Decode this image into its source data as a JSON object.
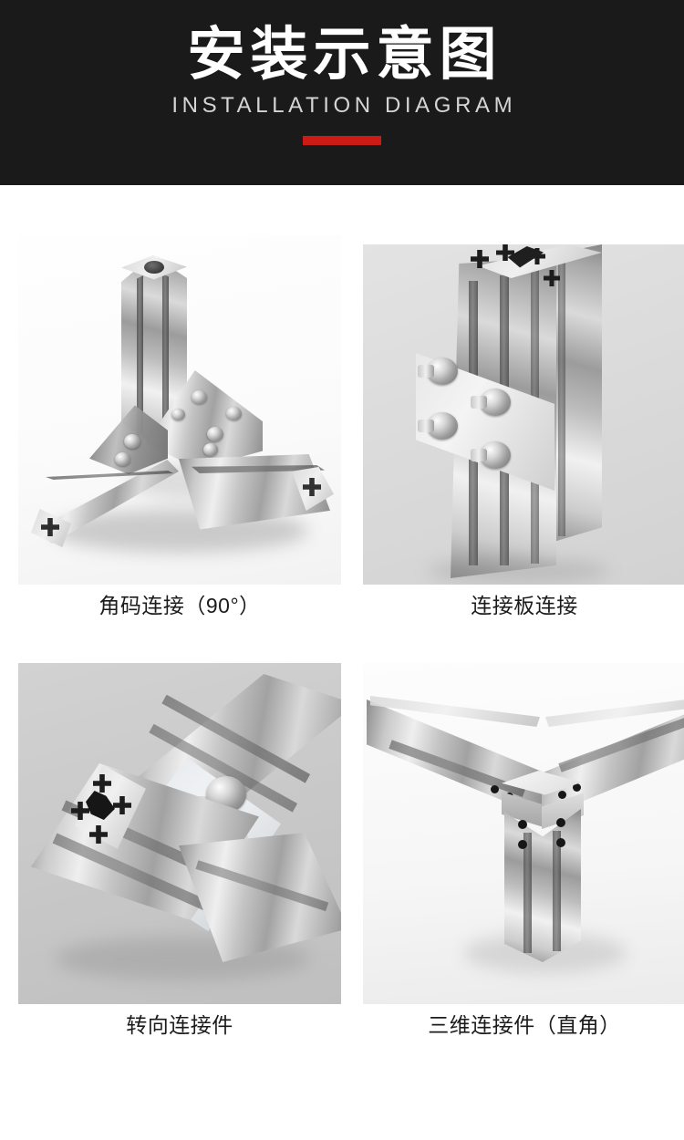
{
  "banner": {
    "title": "安装示意图",
    "subtitle": "INSTALLATION  DIAGRAM",
    "accent_color": "#cc1a17",
    "background_color": "#1a1a1a",
    "title_color": "#ffffff",
    "subtitle_color": "#d5d5d5"
  },
  "gallery": {
    "items": [
      {
        "caption": "角码连接（90°）",
        "figure_name": "corner-bracket-90-degree-joint-photo",
        "background_color": "#fbfbfb"
      },
      {
        "caption": "连接板连接",
        "figure_name": "connecting-plate-joint-photo",
        "background_color": "#dcdcdc"
      },
      {
        "caption": "转向连接件",
        "figure_name": "pivot-swivel-connector-photo",
        "background_color": "#c9c9c9"
      },
      {
        "caption": "三维连接件（直角）",
        "figure_name": "three-dimensional-right-angle-connector-photo",
        "background_color": "#f6f6f6"
      }
    ]
  }
}
